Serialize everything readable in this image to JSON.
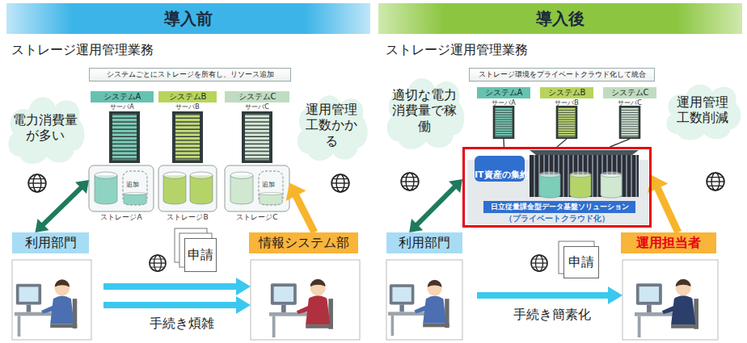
{
  "diagram": {
    "nodes": [
      {
        "text": [
          "導入前"
        ]
      },
      {
        "text": [
          "導入後"
        ]
      },
      {
        "text": [
          "システムごとにストレージを所有し、リソース追加"
        ]
      },
      {
        "text": [
          "システムA",
          "サーバA"
        ]
      },
      {
        "text": [
          "ストレージA"
        ]
      },
      {
        "text": [
          "システムB",
          "サーバB"
        ]
      },
      {
        "text": [
          "ストレージB"
        ]
      },
      {
        "text": [
          "システムC",
          "サーバC"
        ]
      },
      {
        "text": [
          "ストレージC"
        ]
      },
      {
        "text": [
          "電力消費量が多い"
        ]
      },
      {
        "text": [
          "運用管理工数かかる"
        ]
      },
      {
        "text": [
          "利用部門"
        ]
      },
      {
        "text": [
          "情報システム部"
        ]
      },
      {
        "text": [
          "申請"
        ]
      },
      {
        "text": [
          "ストレージ環境をプライベートクラウド化して統合"
        ]
      },
      {
        "text": [
          "システムA",
          "サーバA"
        ]
      },
      {
        "text": [
          "システムB",
          "サーバB"
        ]
      },
      {
        "text": [
          "システムC",
          "サーバC"
        ]
      },
      {
        "text": [
          "（プライベートクラウド化）"
        ]
      },
      {
        "text": [
          "IT資産の集約"
        ],
        "in": 18
      },
      {
        "text": [
          "日立従量課金型データ基盤ソリューション"
        ],
        "in": 18
      },
      {
        "text": [
          "適切な電力消費量で稼働"
        ]
      },
      {
        "text": [
          "運用管理工数削減"
        ]
      },
      {
        "text": [
          "利用部門"
        ]
      },
      {
        "text": [
          "運用担当者"
        ]
      },
      {
        "text": [
          "申請"
        ]
      }
    ],
    "edges": [
      {
        "from": 11,
        "to": 4,
        "arrow": "both"
      },
      {
        "from": 12,
        "to": 8,
        "arrow": "to"
      },
      {
        "from": 15,
        "to": 18,
        "arrow": "none"
      },
      {
        "from": 16,
        "to": 18,
        "arrow": "none"
      },
      {
        "from": 17,
        "to": 18,
        "arrow": "none"
      },
      {
        "from": 23,
        "to": 18,
        "arrow": "both"
      },
      {
        "from": 24,
        "to": 18,
        "arrow": "to"
      }
    ],
    "labels": [
      "ストレージ運用管理業務",
      "追加",
      "追加",
      "手続き煩雑",
      "ストレージ運用管理業務",
      "手続き簡素化"
    ]
  }
}
